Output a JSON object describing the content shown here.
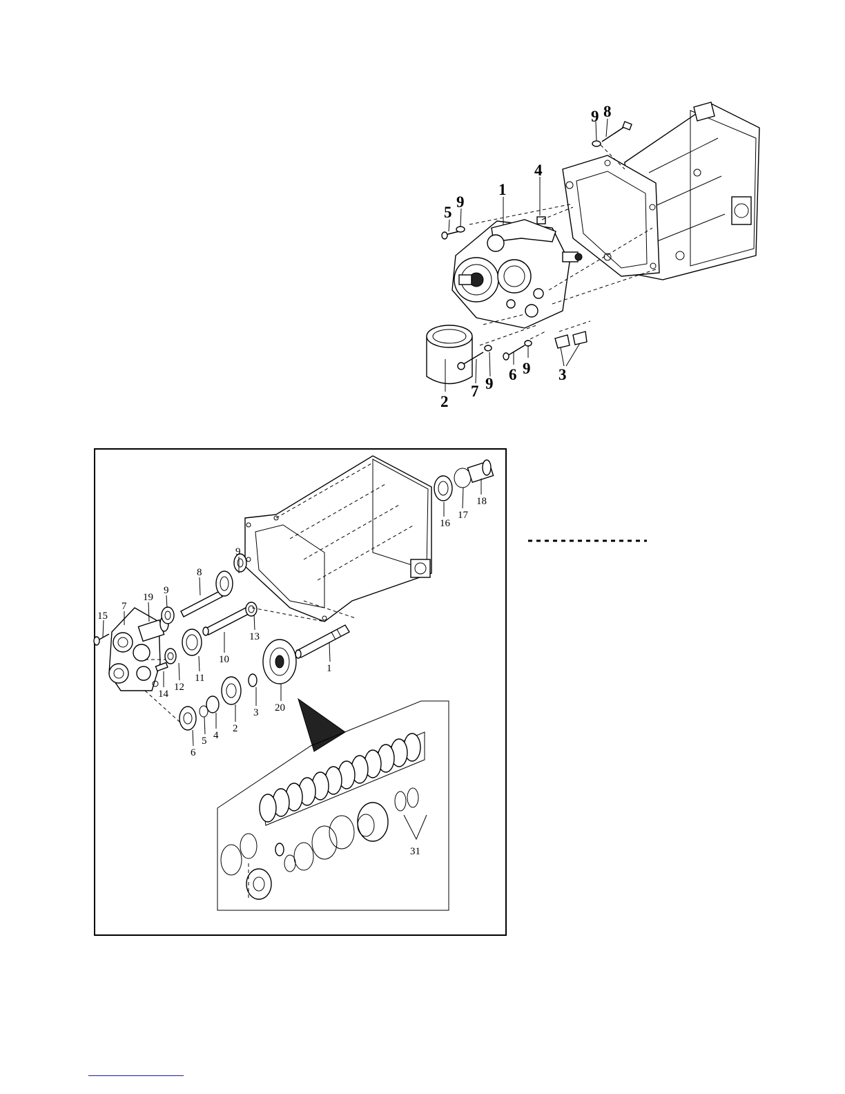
{
  "top_callouts": [
    {
      "id": "t1",
      "label": "1"
    },
    {
      "id": "t2",
      "label": "2"
    },
    {
      "id": "t3",
      "label": "3"
    },
    {
      "id": "t4",
      "label": "4"
    },
    {
      "id": "t5",
      "label": "5"
    },
    {
      "id": "t6",
      "label": "6"
    },
    {
      "id": "t7",
      "label": "7"
    },
    {
      "id": "t8",
      "label": "8"
    },
    {
      "id": "t9a",
      "label": "9"
    },
    {
      "id": "t9b",
      "label": "9"
    },
    {
      "id": "t9c",
      "label": "9"
    },
    {
      "id": "t9d",
      "label": "9"
    }
  ],
  "bottom_callouts": [
    {
      "id": "b1",
      "label": "1"
    },
    {
      "id": "b2",
      "label": "2"
    },
    {
      "id": "b3",
      "label": "3"
    },
    {
      "id": "b4",
      "label": "4"
    },
    {
      "id": "b5",
      "label": "5"
    },
    {
      "id": "b6",
      "label": "6"
    },
    {
      "id": "b7",
      "label": "7"
    },
    {
      "id": "b8",
      "label": "8"
    },
    {
      "id": "b9a",
      "label": "9"
    },
    {
      "id": "b9b",
      "label": "9"
    },
    {
      "id": "b10",
      "label": "10"
    },
    {
      "id": "b11",
      "label": "11"
    },
    {
      "id": "b12",
      "label": "12"
    },
    {
      "id": "b13",
      "label": "13"
    },
    {
      "id": "b14",
      "label": "14"
    },
    {
      "id": "b15",
      "label": "15"
    },
    {
      "id": "b16",
      "label": "16"
    },
    {
      "id": "b17",
      "label": "17"
    },
    {
      "id": "b18",
      "label": "18"
    },
    {
      "id": "b19",
      "label": "19"
    },
    {
      "id": "b20",
      "label": "20"
    },
    {
      "id": "b31",
      "label": "31"
    }
  ]
}
